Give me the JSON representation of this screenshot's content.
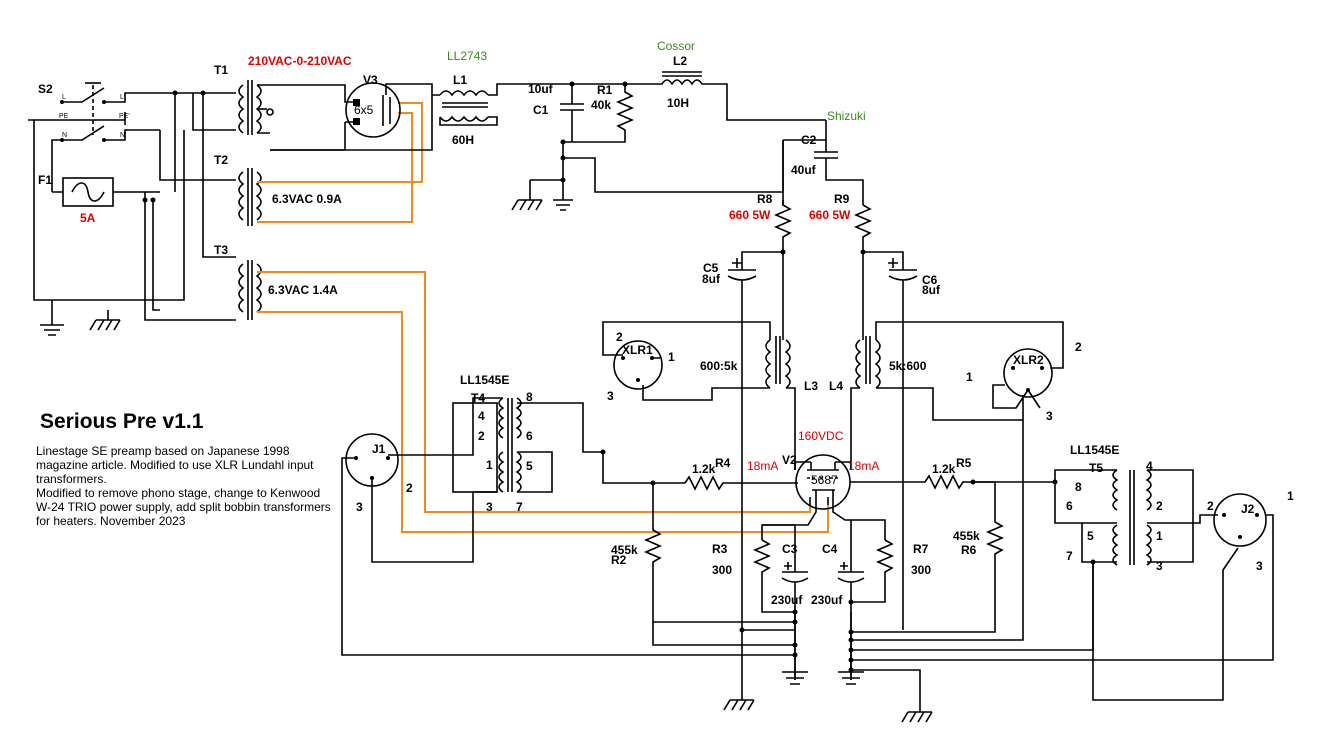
{
  "title": "Serious Pre v1.1",
  "description": {
    "line1": "Linestage SE preamp based on Japanese 1998 magazine article. Modified to use XLR Lundahl input transformers.",
    "line2": "Modified to remove phono stage, change to Kenwood W-24 TRIO power supply, add split bobbin transformers for heaters. November 2023"
  },
  "labels": {
    "s2": "S2",
    "f1": "F1",
    "fuse_value": "5A",
    "t1": "T1",
    "t2": "T2",
    "t3": "T3",
    "t4": "T4",
    "t5": "T5",
    "t1_voltage": "210VAC-0-210VAC",
    "t2_voltage": "6.3VAC 0.9A",
    "t3_voltage": "6.3VAC 1.4A",
    "v3": "V3",
    "v3_type": "6x5",
    "l1": "L1",
    "l1_part": "LL2743",
    "l1_value": "60H",
    "c1": "C1",
    "c1_value": "10uf",
    "r1": "R1",
    "r1_value": "40k",
    "l2": "L2",
    "l2_part": "Cossor",
    "l2_value": "10H",
    "c2": "C2",
    "c2_part": "Shizuki",
    "c2_value": "40uf",
    "r8": "R8",
    "r8_value": "660 5W",
    "r9": "R9",
    "r9_value": "660 5W",
    "c5": "C5",
    "c5_value": "8uf",
    "c6": "C6",
    "c6_value": "8uf",
    "xlr1": "XLR1",
    "xlr2": "XLR2",
    "l3": "L3",
    "l4": "L4",
    "l3_ratio": "600:5k",
    "l4_ratio": "5k:600",
    "t4_part": "LL1545E",
    "t5_part": "LL1545E",
    "j1": "J1",
    "j2": "J2",
    "v2": "V2",
    "v2_type": "5687",
    "b_plus": "160VDC",
    "current_left": "18mA",
    "current_right": "18mA",
    "r4": "R4",
    "r4_value": "1.2k",
    "r5": "R5",
    "r5_value": "1.2k",
    "r2": "R2",
    "r2_value": "455k",
    "r6": "R6",
    "r6_value": "455k",
    "r3": "R3",
    "r3_value": "300",
    "r7": "R7",
    "r7_value": "300",
    "c3": "C3",
    "c3_value": "230uf",
    "c4": "C4",
    "c4_value": "230uf",
    "pin1": "1",
    "pin2": "2",
    "pin3": "3",
    "pin4": "4",
    "pin5": "5",
    "pin6": "6",
    "pin7": "7",
    "pin8": "8",
    "sw_l": "L",
    "sw_lp": "L'",
    "sw_n": "N",
    "sw_np": "N'",
    "sw_pe": "PE",
    "sw_pep": "PE'"
  },
  "colors": {
    "wire": "#000000",
    "heater_wire": "#f28a1e",
    "emphasis": "#e00000",
    "part_note": "#3a8a1a"
  }
}
